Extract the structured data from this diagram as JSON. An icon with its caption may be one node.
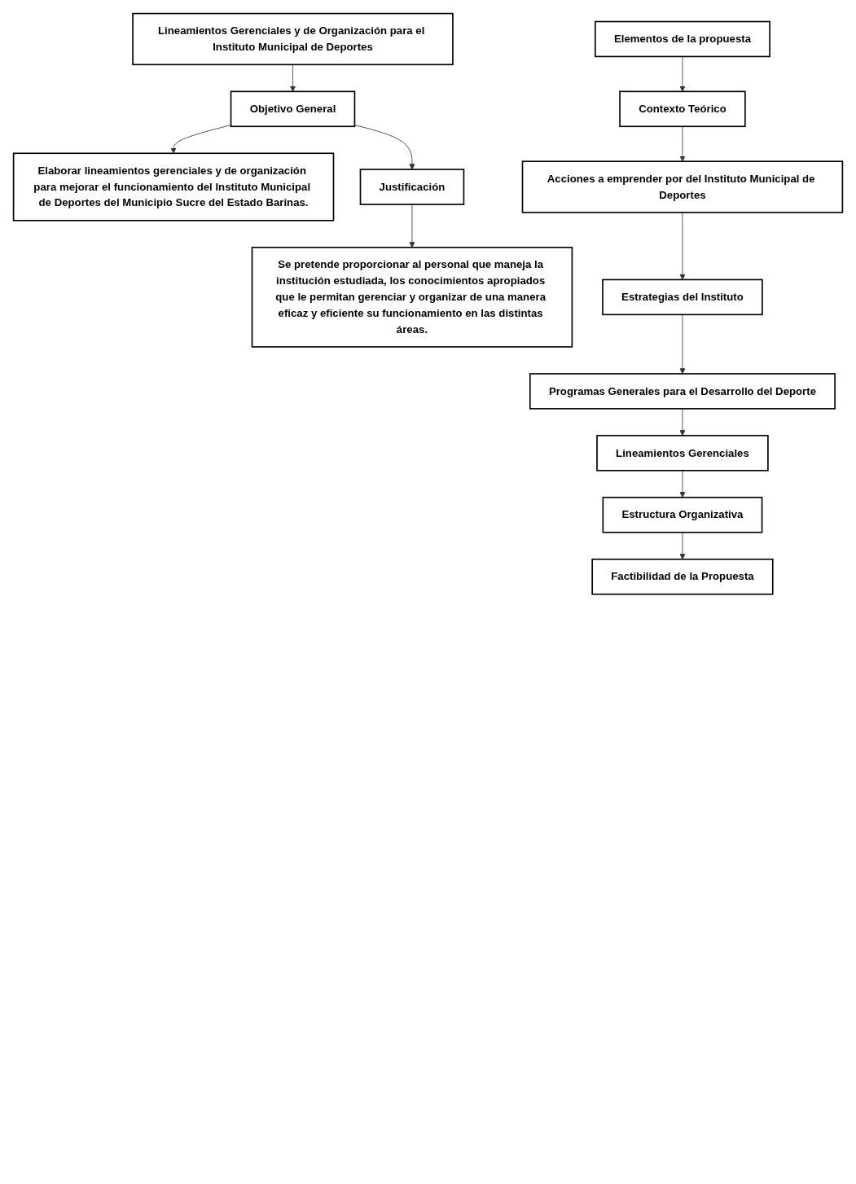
{
  "diagram": {
    "nodes": [
      {
        "text": [
          "Lineamientos Gerenciales y de Organización para el Instituto Municipal de Deportes"
        ]
      },
      {
        "text": [
          "Objetivo General"
        ]
      },
      {
        "text": [
          "Elaborar lineamientos gerenciales y de organización para mejorar el funcionamiento del Instituto Municipal de Deportes del Municipio Sucre del Estado Barinas."
        ]
      },
      {
        "text": [
          "Justificación"
        ]
      },
      {
        "text": [
          "Se pretende proporcionar al personal que maneja la institución estudiada, los conocimientos apropiados que le permitan gerenciar y organizar de una manera eficaz y eficiente su funcionamiento en las distintas áreas."
        ]
      },
      {
        "text": [
          "Elementos de la propuesta"
        ]
      },
      {
        "text": [
          "Contexto Teórico"
        ]
      },
      {
        "text": [
          "Acciones a emprender por del Instituto Municipal de Deportes"
        ]
      },
      {
        "text": [
          "Estrategias del Instituto"
        ]
      },
      {
        "text": [
          "Programas Generales para el Desarrollo del Deporte"
        ]
      },
      {
        "text": [
          "Lineamientos Gerenciales"
        ]
      },
      {
        "text": [
          "Estructura Organizativa"
        ]
      },
      {
        "text": [
          "Factibilidad de la Propuesta"
        ]
      }
    ],
    "edges": [
      {
        "from": 0,
        "to": 1,
        "arrow": "to"
      },
      {
        "from": 1,
        "to": 2,
        "arrow": "to"
      },
      {
        "from": 1,
        "to": 3,
        "arrow": "to"
      },
      {
        "from": 3,
        "to": 4,
        "arrow": "to"
      },
      {
        "from": 5,
        "to": 6,
        "arrow": "to"
      },
      {
        "from": 6,
        "to": 7,
        "arrow": "to"
      },
      {
        "from": 7,
        "to": 8,
        "arrow": "to"
      },
      {
        "from": 8,
        "to": 9,
        "arrow": "to"
      },
      {
        "from": 9,
        "to": 10,
        "arrow": "to"
      },
      {
        "from": 10,
        "to": 11,
        "arrow": "to"
      },
      {
        "from": 11,
        "to": 12,
        "arrow": "to"
      }
    ]
  }
}
